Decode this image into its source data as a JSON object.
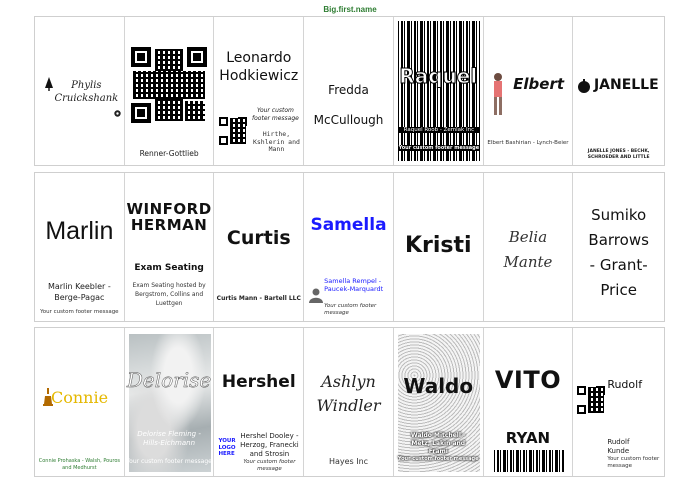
{
  "sheet": {
    "title": "Big.first.name"
  },
  "row1": {
    "c1": {
      "name_line1": "Phylis",
      "name_line2": "Cruickshank"
    },
    "c2": {
      "company": "Renner-Gottlieb"
    },
    "c3": {
      "first": "Leonardo",
      "last": "Hodkiewicz",
      "footer": "Your custom footer message",
      "company": "Hirthe, Kshlerin and Mann"
    },
    "c4": {
      "first": "Fredda",
      "last": "McCullough"
    },
    "c5": {
      "first": "Raquel",
      "company": "Raquel Roob - Zemlak Inc",
      "footer": "Your custom footer message"
    },
    "c6": {
      "first": "Elbert",
      "company": "Elbert Bashirian - Lynch-Beier"
    },
    "c7": {
      "first": "JANELLE",
      "company": "JANELLE JONES - BECHK, SCHROEDER AND LITTLE"
    }
  },
  "row2": {
    "c1": {
      "first": "Marlin",
      "company": "Marlin Keebler - Berge-Pagac",
      "footer": "Your custom footer message"
    },
    "c2": {
      "first": "Winford",
      "last": "Herman",
      "event": "Exam Seating",
      "hosted": "Exam Seating hosted by Bergstrom, Collins and Luettgen"
    },
    "c3": {
      "first": "Curtis",
      "company": "Curtis Mann - Bartell LLC"
    },
    "c4": {
      "first": "Samella",
      "company": "Samella Rempel - Paucek-Marquardt",
      "footer": "Your custom footer message"
    },
    "c5": {
      "first": "Kristi"
    },
    "c6": {
      "first": "Belia",
      "last": "Mante"
    },
    "c7": {
      "line1": "Sumiko",
      "line2": "Barrows",
      "line3": "- Grant-",
      "line4": "Price"
    }
  },
  "row3": {
    "c1": {
      "first": "Connie",
      "company": "Connie Prohaska - Walsh, Pouros and Medhurst"
    },
    "c2": {
      "first": "Delorise",
      "company": "Delorise Fleming - Hills-Eichmann",
      "footer": "Your custom footer message"
    },
    "c3": {
      "first": "Hershel",
      "logo": "YOUR LOGO HERE",
      "company": "Hershel Dooley - Herzog, Franecki and Strosin",
      "footer": "Your custom footer message"
    },
    "c4": {
      "first": "Ashlyn",
      "last": "Windler",
      "company": "Hayes Inc"
    },
    "c5": {
      "first": "Waldo",
      "company": "Waldo Mitchell - Metz, Lakin and Frami",
      "footer": "Your custom footer message"
    },
    "c6": {
      "first": "VITO",
      "last": "RYAN"
    },
    "c7": {
      "first": "Rudolf",
      "full1": "Rudolf",
      "full2": "Kunde",
      "footer": "Your custom footer message"
    }
  }
}
